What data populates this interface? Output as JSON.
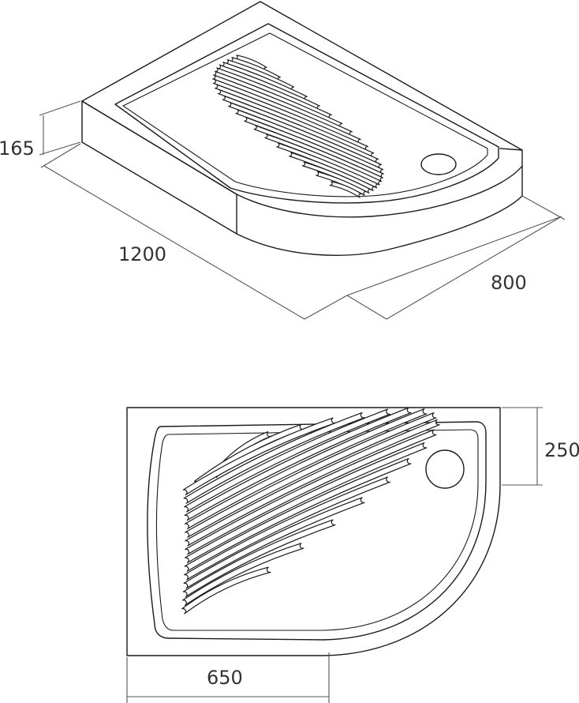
{
  "dimensions": {
    "height": "165",
    "length": "1200",
    "width": "800",
    "corner_depth": "250",
    "straight_length": "650"
  },
  "colors": {
    "line": "#1a1a1a",
    "dimension_line": "#555555",
    "label": "#333333",
    "background": "#ffffff"
  }
}
